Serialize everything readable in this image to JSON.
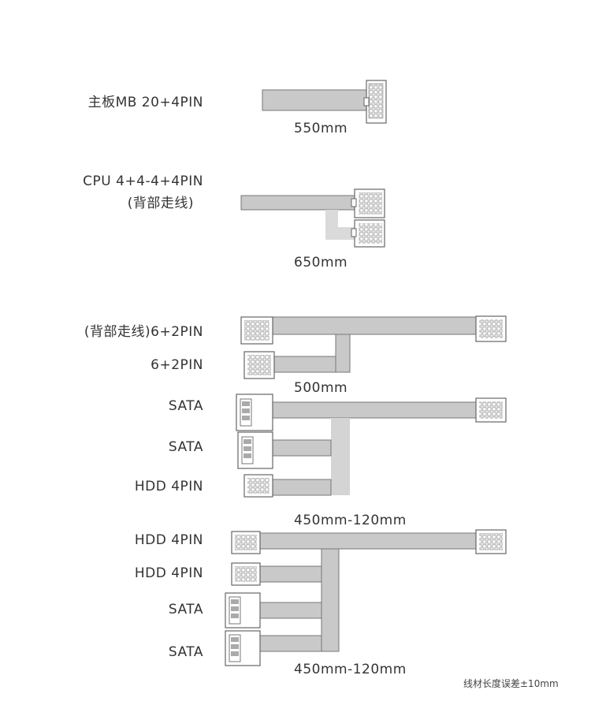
{
  "cables": [
    {
      "label": "主板MB 20+4PIN",
      "length": "550mm"
    },
    {
      "label": "CPU 4+4-4+4PIN",
      "sub_label": "(背部走线)",
      "length": "650mm"
    },
    {
      "label": "(背部走线)6+2PIN",
      "label2": "6+2PIN",
      "length": "500mm"
    },
    {
      "labels": [
        "SATA",
        "SATA",
        "HDD 4PIN"
      ],
      "length": "450mm-120mm"
    },
    {
      "labels": [
        "HDD 4PIN",
        "HDD 4PIN",
        "SATA",
        "SATA"
      ],
      "length": "450mm-120mm"
    }
  ],
  "footnote": "线材长度误差±10mm",
  "colors": {
    "cable": "#c9c9c9",
    "cable_light": "#d9d9d9",
    "outline": "#777777"
  }
}
